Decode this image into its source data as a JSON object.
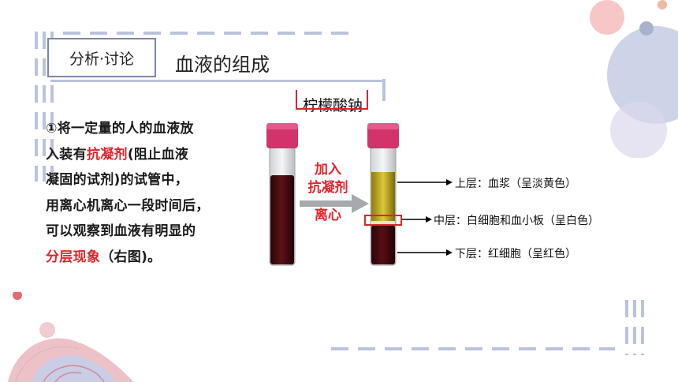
{
  "section_tag": "分析·讨论",
  "title": "血液的组成",
  "reagent_label": "柠檬酸钠",
  "text": {
    "line1": "①将一定量的人的血液放",
    "line2_pre": "入装有",
    "line2_red": "抗凝剂",
    "line2_post": "(阻止血液",
    "line3": "凝固的试剂)的试管中，",
    "line4": "用离心机离心一段时间后，",
    "line5": "可以观察到血液有明显的",
    "line6_red": "分层现象",
    "line6_post": "（右图)。"
  },
  "process": {
    "line1": "加入",
    "line2": "抗凝剂",
    "line3": "离心"
  },
  "layers": {
    "upper": "上层：血浆（呈淡黄色）",
    "middle": "中层：白细胞和血小板（呈白色）",
    "lower": "下层：红细胞（呈红色）"
  },
  "colors": {
    "accent_red": "#e0242b",
    "cap_pink": "#d2336a",
    "plasma_yellow": "#c9b521",
    "blood_dark": "#4a0d12"
  }
}
